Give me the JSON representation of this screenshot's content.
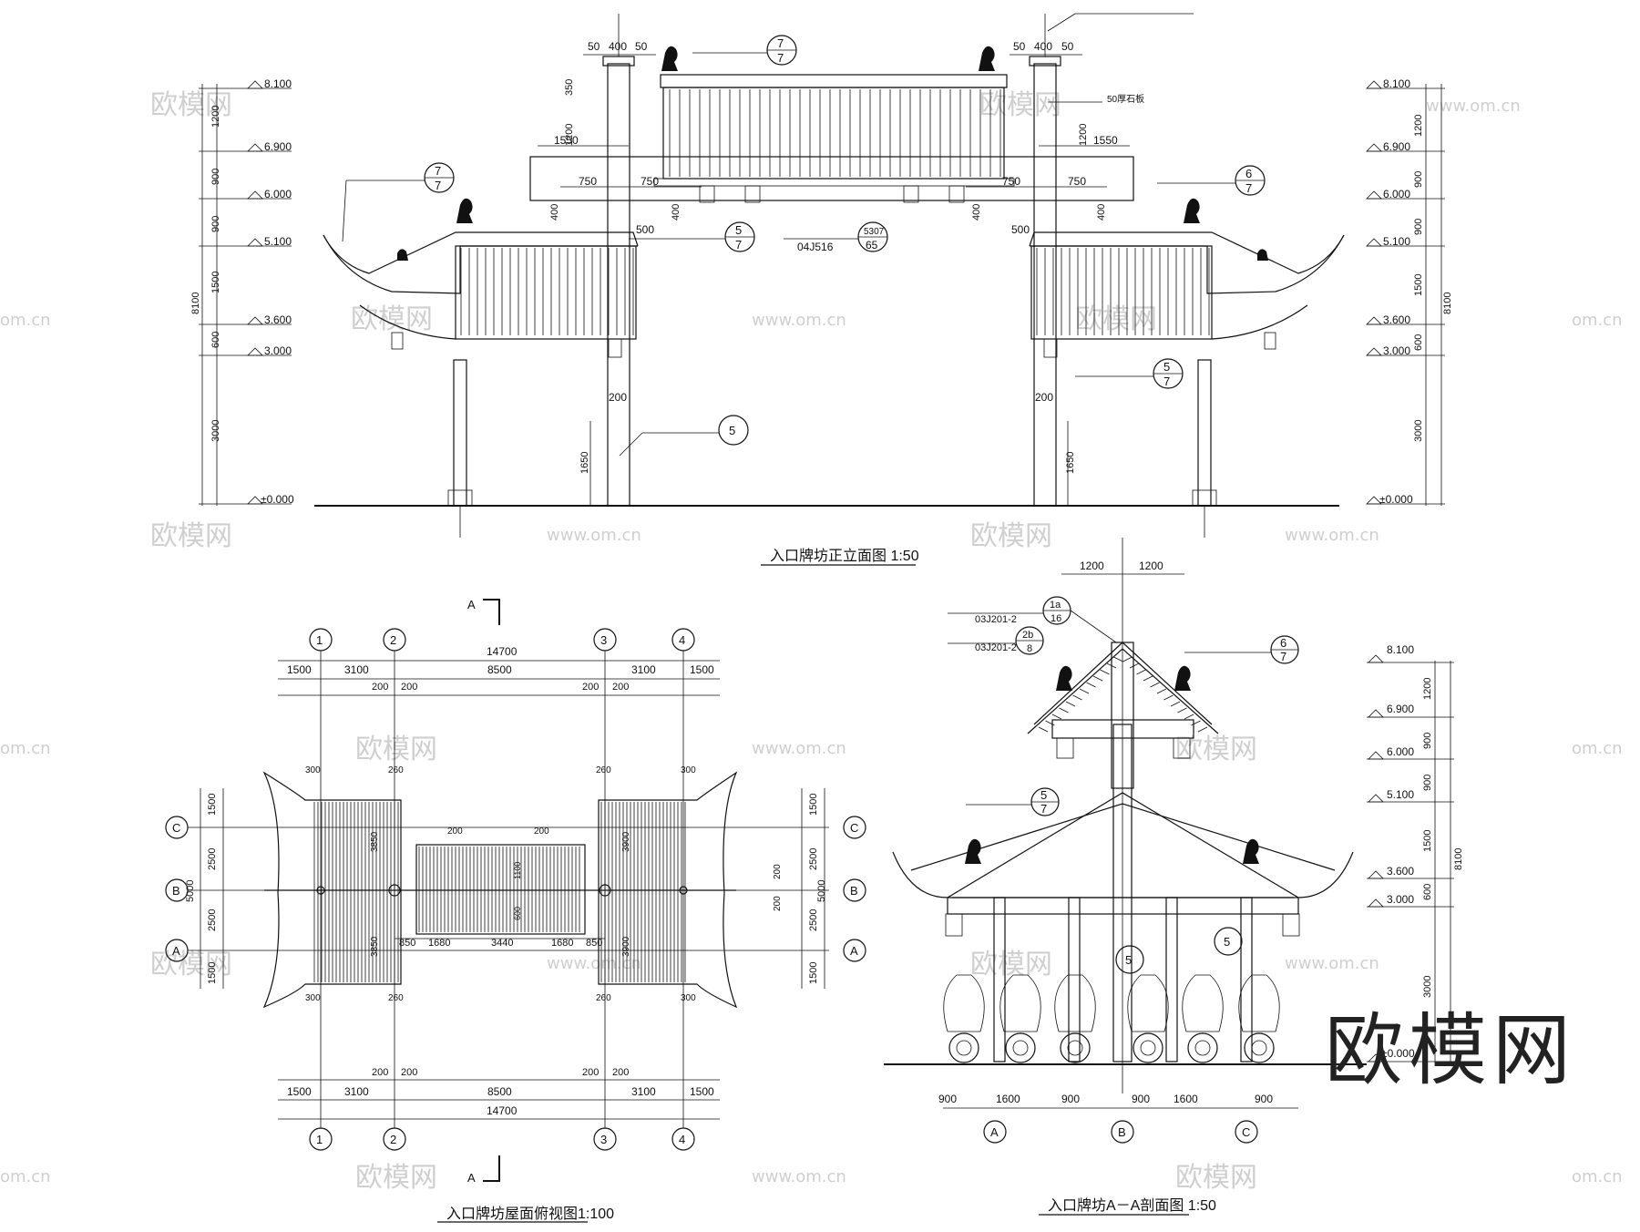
{
  "brand_watermark": "欧模网",
  "watermark_text": "欧模网",
  "watermark_url": "www.om.cn",
  "watermark_url_short": "om.cn",
  "titles": {
    "front_elevation": "入口牌坊正立面图  1:50",
    "roof_plan": "入口牌坊屋面俯视图1:100",
    "section": "入口牌坊A－A剖面图 1:50"
  },
  "elevation_levels": [
    "8.100",
    "6.900",
    "6.000",
    "5.100",
    "3.600",
    "3.000",
    "±0.000"
  ],
  "elevation_segments": [
    "1200",
    "900",
    "900",
    "1500",
    "600",
    "3000"
  ],
  "total_height": "8100",
  "section_levels": [
    "8.100",
    "6.900",
    "6.000",
    "5.100",
    "3.600",
    "3.000",
    "±0.000"
  ],
  "section_segments": [
    "1200",
    "900",
    "900",
    "1500",
    "600",
    "3000"
  ],
  "front_dims": {
    "post_top_left": [
      "50",
      "400",
      "50"
    ],
    "post_top_right": [
      "50",
      "400",
      "50"
    ],
    "left_dims": [
      "350",
      "1200",
      "1550",
      "750",
      "750",
      "400",
      "500",
      "400"
    ],
    "right_dims": [
      "1200",
      "1550",
      "750",
      "750",
      "400",
      "500",
      "400"
    ],
    "col_width": "200",
    "col_height": "1650",
    "ref_code": "04J516",
    "ref_circle_top": "5307",
    "ref_circle_bottom": "65",
    "material_note": "50厚石板"
  },
  "callouts": [
    {
      "num": "7",
      "den": "7"
    },
    {
      "num": "7",
      "den": "7"
    },
    {
      "num": "6",
      "den": "7"
    },
    {
      "num": "5",
      "den": "7"
    },
    {
      "num": "5",
      "den": "7"
    },
    {
      "num": "5",
      "den": "7"
    },
    {
      "num": "6",
      "den": "7"
    }
  ],
  "plan": {
    "grid_top": [
      "1",
      "2",
      "3",
      "4"
    ],
    "grid_side": [
      "C",
      "B",
      "A"
    ],
    "total_width": "14700",
    "width_segments": [
      "1500",
      "3100",
      "8500",
      "3100",
      "1500"
    ],
    "small_dims": [
      "200",
      "200",
      "200",
      "200"
    ],
    "depth_segments": [
      "1500",
      "2500",
      "2500",
      "1500"
    ],
    "depth_total": "5000",
    "center_pieces": [
      "850",
      "1680",
      "3440",
      "1680",
      "850"
    ],
    "misc": [
      "300",
      "260",
      "3850",
      "3900",
      "200",
      "600",
      "1100"
    ]
  },
  "section": {
    "top_dims": [
      "1200",
      "1200"
    ],
    "bottom_dims": [
      "900",
      "1600",
      "900",
      "900",
      "1600",
      "900"
    ],
    "grid": [
      "A",
      "B",
      "C"
    ],
    "ref_code_1": "03J201-2",
    "ref_code_2": "03J201-2",
    "ref_circle_1_top": "1a",
    "ref_circle_1_bottom": "16",
    "ref_circle_2_top": "2b",
    "ref_circle_2_bottom": "8"
  },
  "cut_label": "A"
}
